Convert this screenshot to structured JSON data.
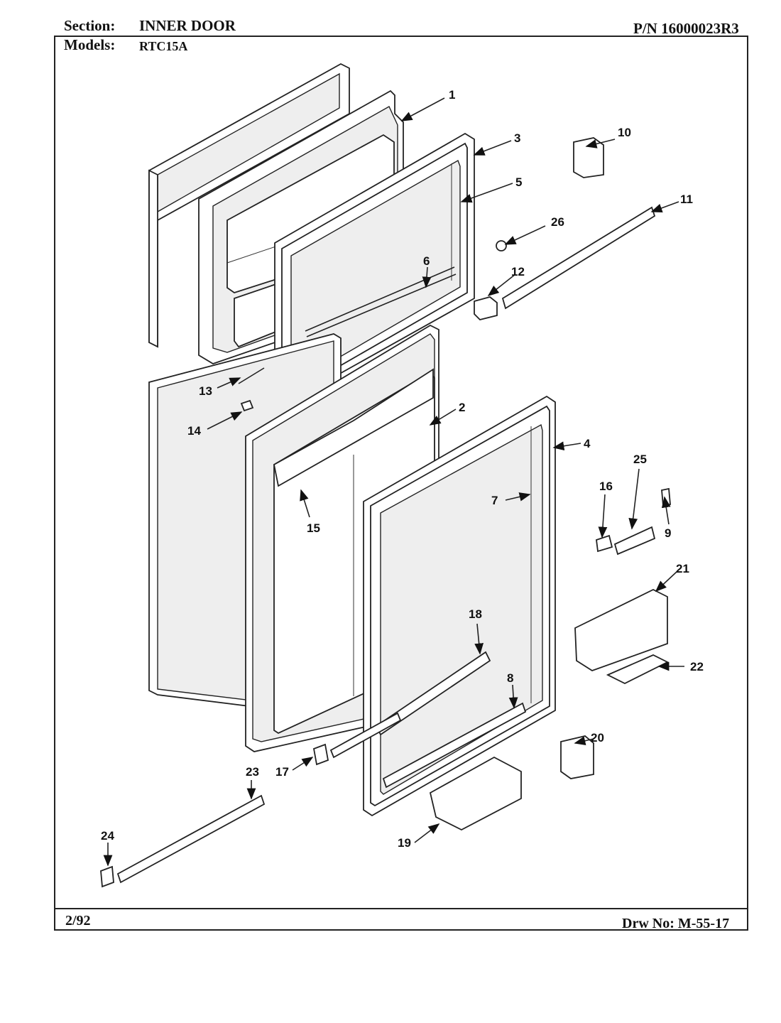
{
  "header": {
    "section_label": "Section:",
    "section_value": "INNER DOOR",
    "part_number": "P/N 16000023R3",
    "models_label": "Models:",
    "models_value": "RTC15A"
  },
  "footer": {
    "date": "2/92",
    "drawing_number": "Drw No: M-55-17"
  },
  "callouts": {
    "c1": "1",
    "c2": "2",
    "c3": "3",
    "c4": "4",
    "c5": "5",
    "c6": "6",
    "c7": "7",
    "c8": "8",
    "c9": "9",
    "c10": "10",
    "c11": "11",
    "c12": "12",
    "c13": "13",
    "c14": "14",
    "c15": "15",
    "c16": "16",
    "c17": "17",
    "c18": "18",
    "c19": "19",
    "c20": "20",
    "c21": "21",
    "c22": "22",
    "c23": "23",
    "c24": "24",
    "c25": "25",
    "c26": "26"
  }
}
